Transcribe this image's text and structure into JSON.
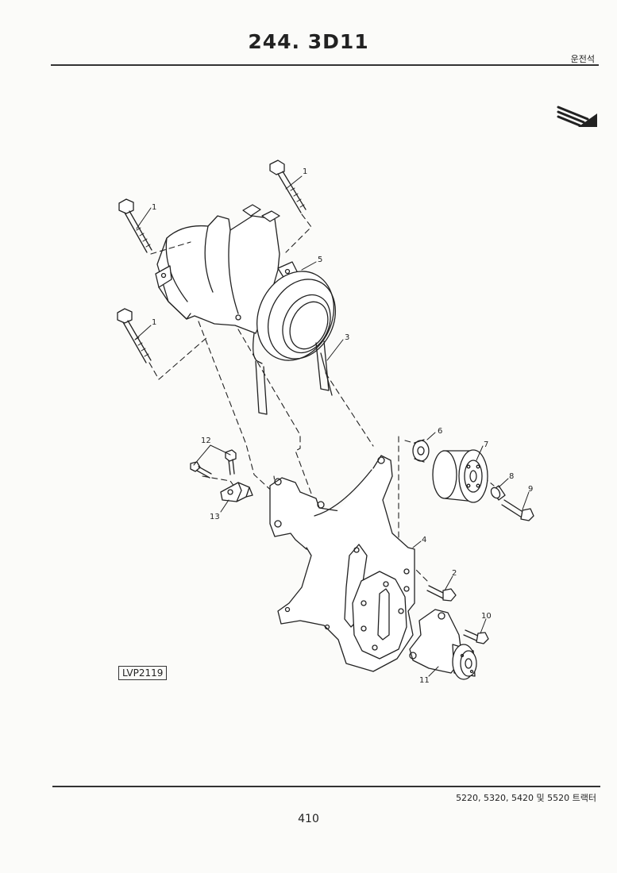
{
  "header": {
    "title": "244. 3D11",
    "section": "운전석"
  },
  "diagram": {
    "figure_code": "LVP2119",
    "callouts": [
      "1",
      "1",
      "1",
      "5",
      "3",
      "6",
      "7",
      "8",
      "9",
      "12",
      "13",
      "4",
      "2",
      "10",
      "11"
    ]
  },
  "footer": {
    "models": "5220, 5320, 5420 및 5520 트랙터",
    "page_number": "410"
  }
}
